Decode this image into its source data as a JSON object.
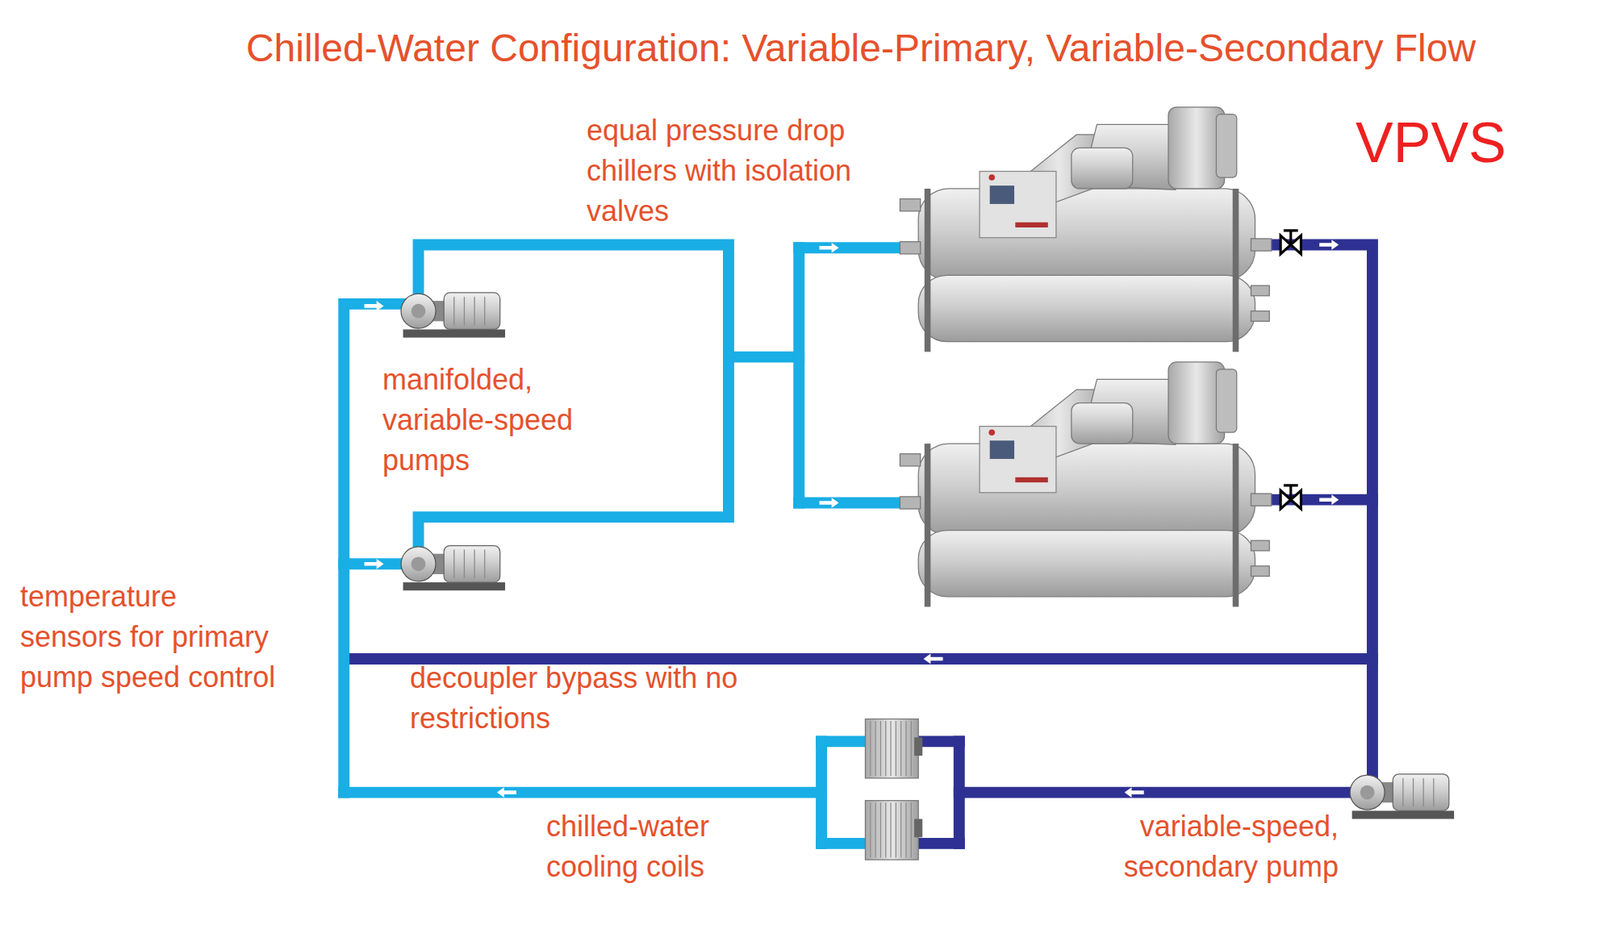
{
  "diagram": {
    "title": "Chilled-Water Configuration: Variable-Primary, Variable-Secondary Flow",
    "labels": [
      "equal pressure drop chillers with isolation valves",
      "manifolded, variable-speed pumps",
      "temperature sensors for primary pump speed control",
      "decoupler bypass with no restrictions",
      "chilled-water cooling coils",
      "variable-speed, secondary pump",
      "VPVS"
    ]
  }
}
